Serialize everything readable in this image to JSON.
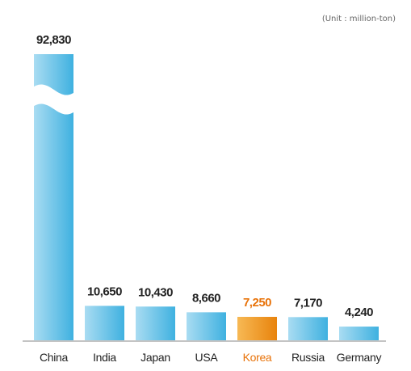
{
  "chart_data": {
    "type": "bar",
    "unit_note": "(Unit : million-ton)",
    "categories": [
      "China",
      "India",
      "Japan",
      "USA",
      "Korea",
      "Russia",
      "Germany"
    ],
    "values": [
      92830,
      10650,
      10430,
      8660,
      7250,
      7170,
      4240
    ],
    "value_labels": [
      "92,830",
      "10,650",
      "10,430",
      "8,660",
      "7,250",
      "7,170",
      "4,240"
    ],
    "highlight": "Korea",
    "axis_break": {
      "series_index": 0
    },
    "colors": {
      "bar_top": "#a9dcf2",
      "bar_bottom": "#3fb1e0",
      "highlight_top": "#f7b955",
      "highlight_bottom": "#e8830c",
      "highlight_text": "#e8730a",
      "text": "#222222",
      "baseline": "#8a8a8a"
    }
  }
}
